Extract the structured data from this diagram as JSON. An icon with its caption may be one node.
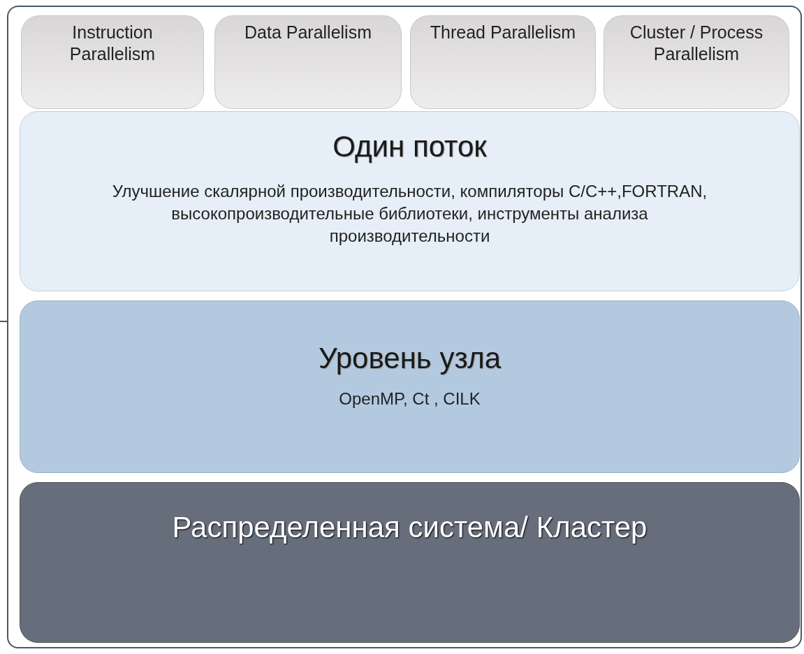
{
  "diagram": {
    "nodes": [
      {
        "text": [],
        "shape": "box"
      },
      {
        "text": [
          "Instruction Parallelism"
        ],
        "in": 0
      },
      {
        "text": [
          "Data Parallelism"
        ],
        "in": 0
      },
      {
        "text": [
          "Thread Parallelism"
        ],
        "in": 0
      },
      {
        "text": [
          "Cluster / Process Parallelism"
        ],
        "in": 0
      },
      {
        "text": [
          "Один поток",
          "Улучшение скалярной производительности, компиляторы C/C++,FORTRAN, высокопроизводительные библиотеки, инструменты анализа производительности"
        ],
        "in": 0
      },
      {
        "text": [
          "Уровень узла",
          "OpenMP, Ct , CILK"
        ],
        "in": 0
      },
      {
        "text": [
          "Распределенная система/ Кластер"
        ],
        "in": 0
      }
    ],
    "edges": []
  }
}
